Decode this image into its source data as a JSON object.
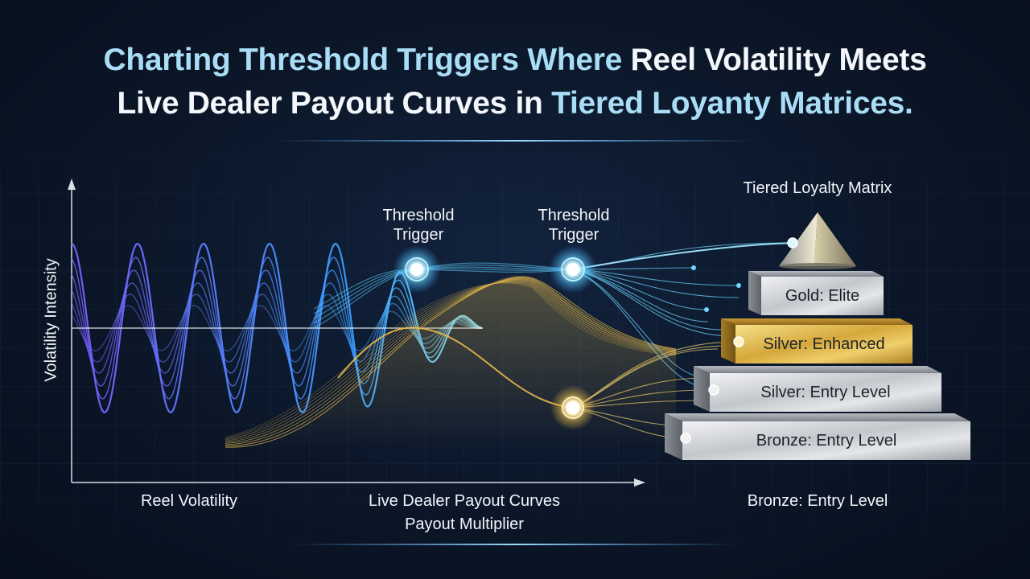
{
  "title": {
    "line1_part1": "Charting Threshold Triggers Where ",
    "line1_part2": "Reel Volatility Meets",
    "line2_part1": "Live Dealer Payout Curves in ",
    "line2_part2": "Tiered Loyanty Matrices."
  },
  "axes": {
    "y_label": "Volatility Intensity",
    "x_label_left": "Reel Volatility",
    "x_label_center": "Live Dealer Payout Curves",
    "x_label_center_sub": "Payout Multiplier"
  },
  "triggers": [
    {
      "line1": "Threshold",
      "line2": "Trigger"
    },
    {
      "line1": "Threshold",
      "line2": "Trigger"
    }
  ],
  "matrix": {
    "title": "Tiered Loyalty Matrix",
    "tiers": [
      {
        "label": "Gold: Elite"
      },
      {
        "label": "Silver: Enhanced"
      },
      {
        "label": "Silver: Entry Level"
      },
      {
        "label": "Bronze: Entry Level"
      }
    ],
    "bottom_label": "Bronze: Entry Level"
  },
  "colors": {
    "title_accent": "#a9ddf6",
    "wave_blue": "#3aa0ff",
    "wave_violet": "#7a5cff",
    "payout_gold": "#e6b94a",
    "glow_cyan": "#8fe6ff"
  }
}
